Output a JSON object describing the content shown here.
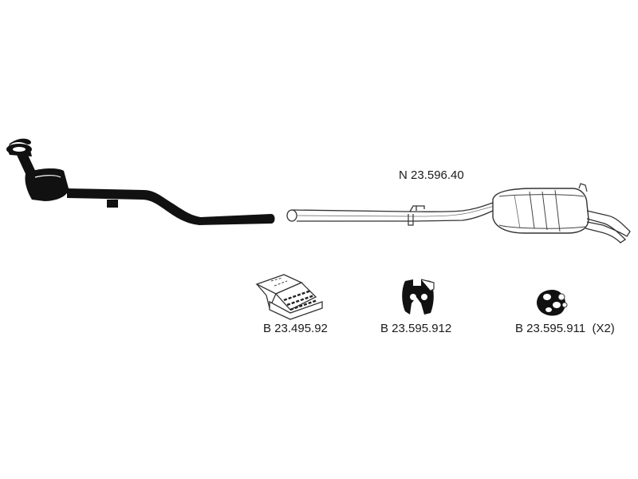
{
  "parts": {
    "rear_silencer": {
      "code": "N 23.596.40"
    },
    "mounting_kit": {
      "code": "B 23.495.92"
    },
    "hanger_bracket": {
      "code": "B 23.595.912"
    },
    "rubber_mount": {
      "code": "B 23.595.911  (X2)"
    }
  },
  "colors": {
    "ink": "#111111",
    "outline": "#333333",
    "background": "#ffffff"
  }
}
